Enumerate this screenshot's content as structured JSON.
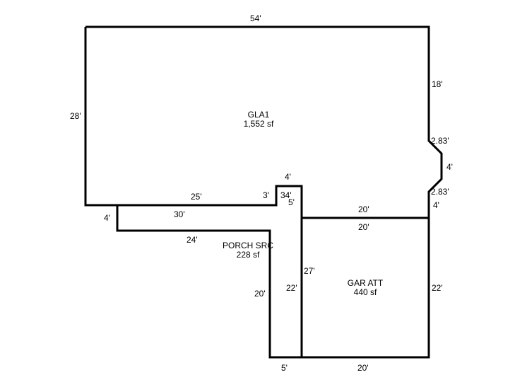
{
  "sketch": {
    "line_color": "#000000",
    "background_color": "#ffffff",
    "areas": {
      "gla1": {
        "name": "GLA1",
        "area": "1,552 sf"
      },
      "porch": {
        "name": "PORCH SRC",
        "area": "228 sf"
      },
      "garage": {
        "name": "GAR ATT",
        "area": "440 sf"
      }
    },
    "dimensions": {
      "top": "54'",
      "left": "28'",
      "right_upper": "18'",
      "bay_upper_angle": "2.83'",
      "bay_face": "4'",
      "bay_lower_angle": "2.83'",
      "right_step": "4'",
      "gla_bottom_left": "25'",
      "gla_step_down": "3'",
      "bump_top": "4'",
      "bump_inner_left": "34'",
      "bump_inner_right": "5'",
      "porch_top": "30'",
      "porch_left": "4'",
      "porch_lower_top": "24'",
      "porch_right_outer": "20'",
      "porch_right_inner": "22'",
      "porch_bottom": "5'",
      "garage_top_outer": "20'",
      "garage_top_inner": "20'",
      "garage_left": "27'",
      "garage_right": "22'",
      "garage_bottom": "20'"
    }
  }
}
